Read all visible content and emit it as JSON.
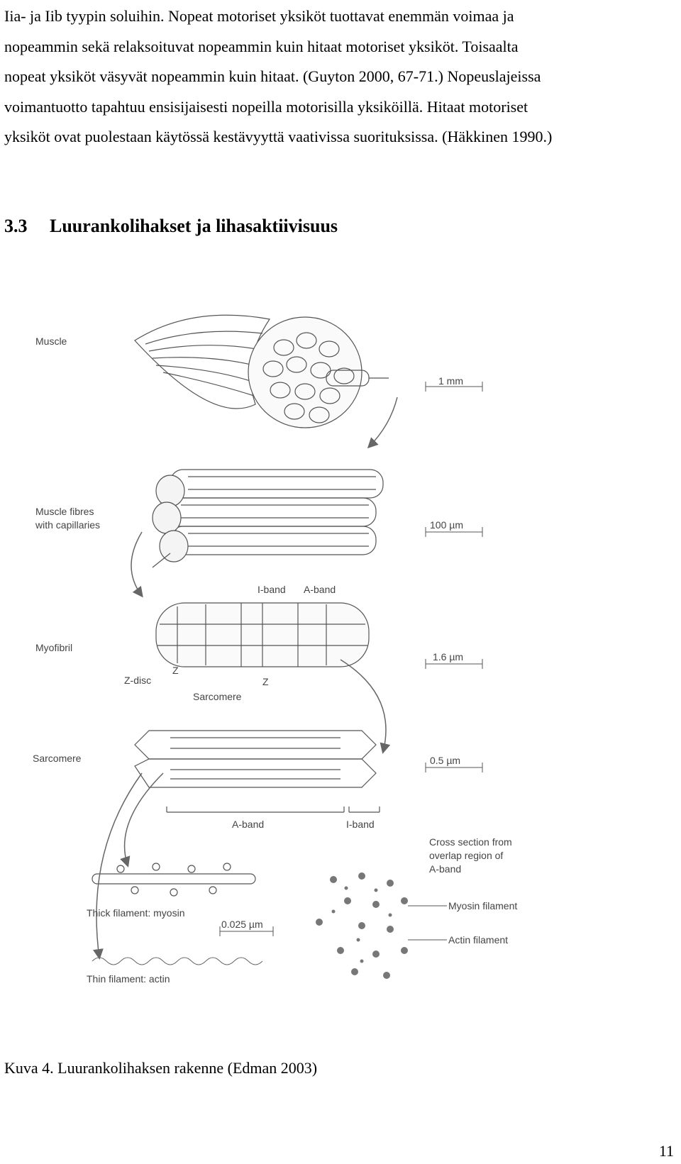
{
  "paragraph": {
    "lines": [
      "Iia- ja Iib tyypin soluihin. Nopeat motoriset yksiköt tuottavat enemmän voimaa ja",
      "nopeammin sekä relaksoituvat nopeammin kuin hitaat motoriset yksiköt. Toisaalta",
      "nopeat yksiköt väsyvät nopeammin kuin hitaat. (Guyton 2000, 67-71.) Nopeuslajeissa",
      "voimantuotto  tapahtuu ensisijaisesti nopeilla motorisilla yksiköillä. Hitaat motoriset",
      "yksiköt ovat puolestaan käytössä kestävyyttä vaativissa suorituksissa. (Häkkinen 1990.)"
    ]
  },
  "section": {
    "number": "3.3",
    "title": "Luurankolihakset ja lihasaktiivisuus"
  },
  "figure": {
    "labels": {
      "muscle": "Muscle",
      "fibres_1": "Muscle fibres",
      "fibres_2": "with capillaries",
      "myofibril": "Myofibril",
      "sarcomere": "Sarcomere",
      "z_disc": "Z-disc",
      "z": "Z",
      "sarcomere_under": "Sarcomere",
      "i_band": "I-band",
      "a_band": "A-band",
      "scale_1mm": "1 mm",
      "scale_100um": "100 µm",
      "scale_1_6um": "1.6 µm",
      "scale_0_5um": "0.5 µm",
      "scale_0_025um": "0.025 µm",
      "cross_1": "Cross section from",
      "cross_2": "overlap region of",
      "cross_3": "A-band",
      "myosin_filament": "Myosin filament",
      "actin_filament": "Actin filament",
      "thick_filament": "Thick filament: myosin",
      "thin_filament": "Thin filament: actin"
    }
  },
  "caption": "Kuva 4. Luurankolihaksen rakenne (Edman 2003)",
  "page_number": "11"
}
